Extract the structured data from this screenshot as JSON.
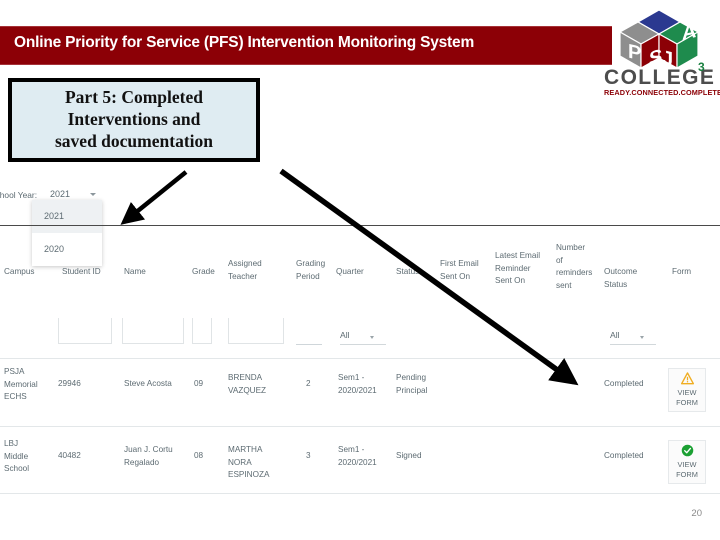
{
  "header": {
    "title": "Online Priority for Service (PFS) Intervention Monitoring System",
    "bar_color": "#8c0006"
  },
  "logo": {
    "name": "psja-college-logo",
    "cube_letters": [
      "P",
      "S",
      "J",
      "A"
    ],
    "word": "COLLEGE",
    "superscript": "3",
    "tagline": "READY.CONNECTED.COMPLETE.",
    "trademark": "™",
    "colors": {
      "blue": "#2b3990",
      "green": "#1e8b4d",
      "red": "#8c0006",
      "gray": "#8e8e8e",
      "word_gray": "#4d4d4d"
    }
  },
  "callout": {
    "line1": "Part 5: Completed",
    "line2": "Interventions and",
    "line3": "saved documentation",
    "fill": "#dfecf2",
    "border": "#000000"
  },
  "app": {
    "school_year": {
      "label": "School Year:",
      "value": "2021",
      "options": [
        "2021",
        "2020"
      ],
      "selected": "2021"
    },
    "table": {
      "columns": [
        "Campus",
        "Student ID",
        "Name",
        "Grade",
        "Assigned Teacher",
        "Grading Period",
        "Quarter",
        "Status",
        "First Email Sent On",
        "Latest Email Reminder Sent On",
        "Number of reminders sent",
        "Outcome Status",
        "Form"
      ],
      "filters": {
        "grading_period": "All",
        "outcome_status": "All"
      },
      "rows": [
        {
          "campus": "PSJA Memorial ECHS",
          "student_id": "29946",
          "name": "Steve Acosta",
          "grade": "09",
          "assigned_teacher": "BRENDA VAZQUEZ",
          "grading_period": "2",
          "quarter": "Sem1 - 2020/2021",
          "status": "Pending Principal",
          "first_email_sent_on": "",
          "latest_email_reminder_sent_on": "",
          "reminders_sent": "",
          "outcome_status": "Completed",
          "form_label_1": "VIEW",
          "form_label_2": "FORM",
          "form_icon": "warning-triangle-icon",
          "form_icon_color": "#f0ad21"
        },
        {
          "campus": "LBJ Middle School",
          "student_id": "40482",
          "name": "Juan J. Cortu Regalado",
          "grade": "08",
          "assigned_teacher": "MARTHA NORA ESPINOZA",
          "grading_period": "3",
          "quarter": "Sem1 - 2020/2021",
          "status": "Signed",
          "first_email_sent_on": "",
          "latest_email_reminder_sent_on": "",
          "reminders_sent": "",
          "outcome_status": "Completed",
          "form_label_1": "VIEW",
          "form_label_2": "FORM",
          "form_icon": "check-circle-icon",
          "form_icon_color": "#1ba033"
        }
      ]
    }
  },
  "annotations": {
    "arrow_1": "arrow-to-school-year-dropdown",
    "arrow_2": "arrow-to-outcome-status-completed"
  },
  "page_number": "20"
}
